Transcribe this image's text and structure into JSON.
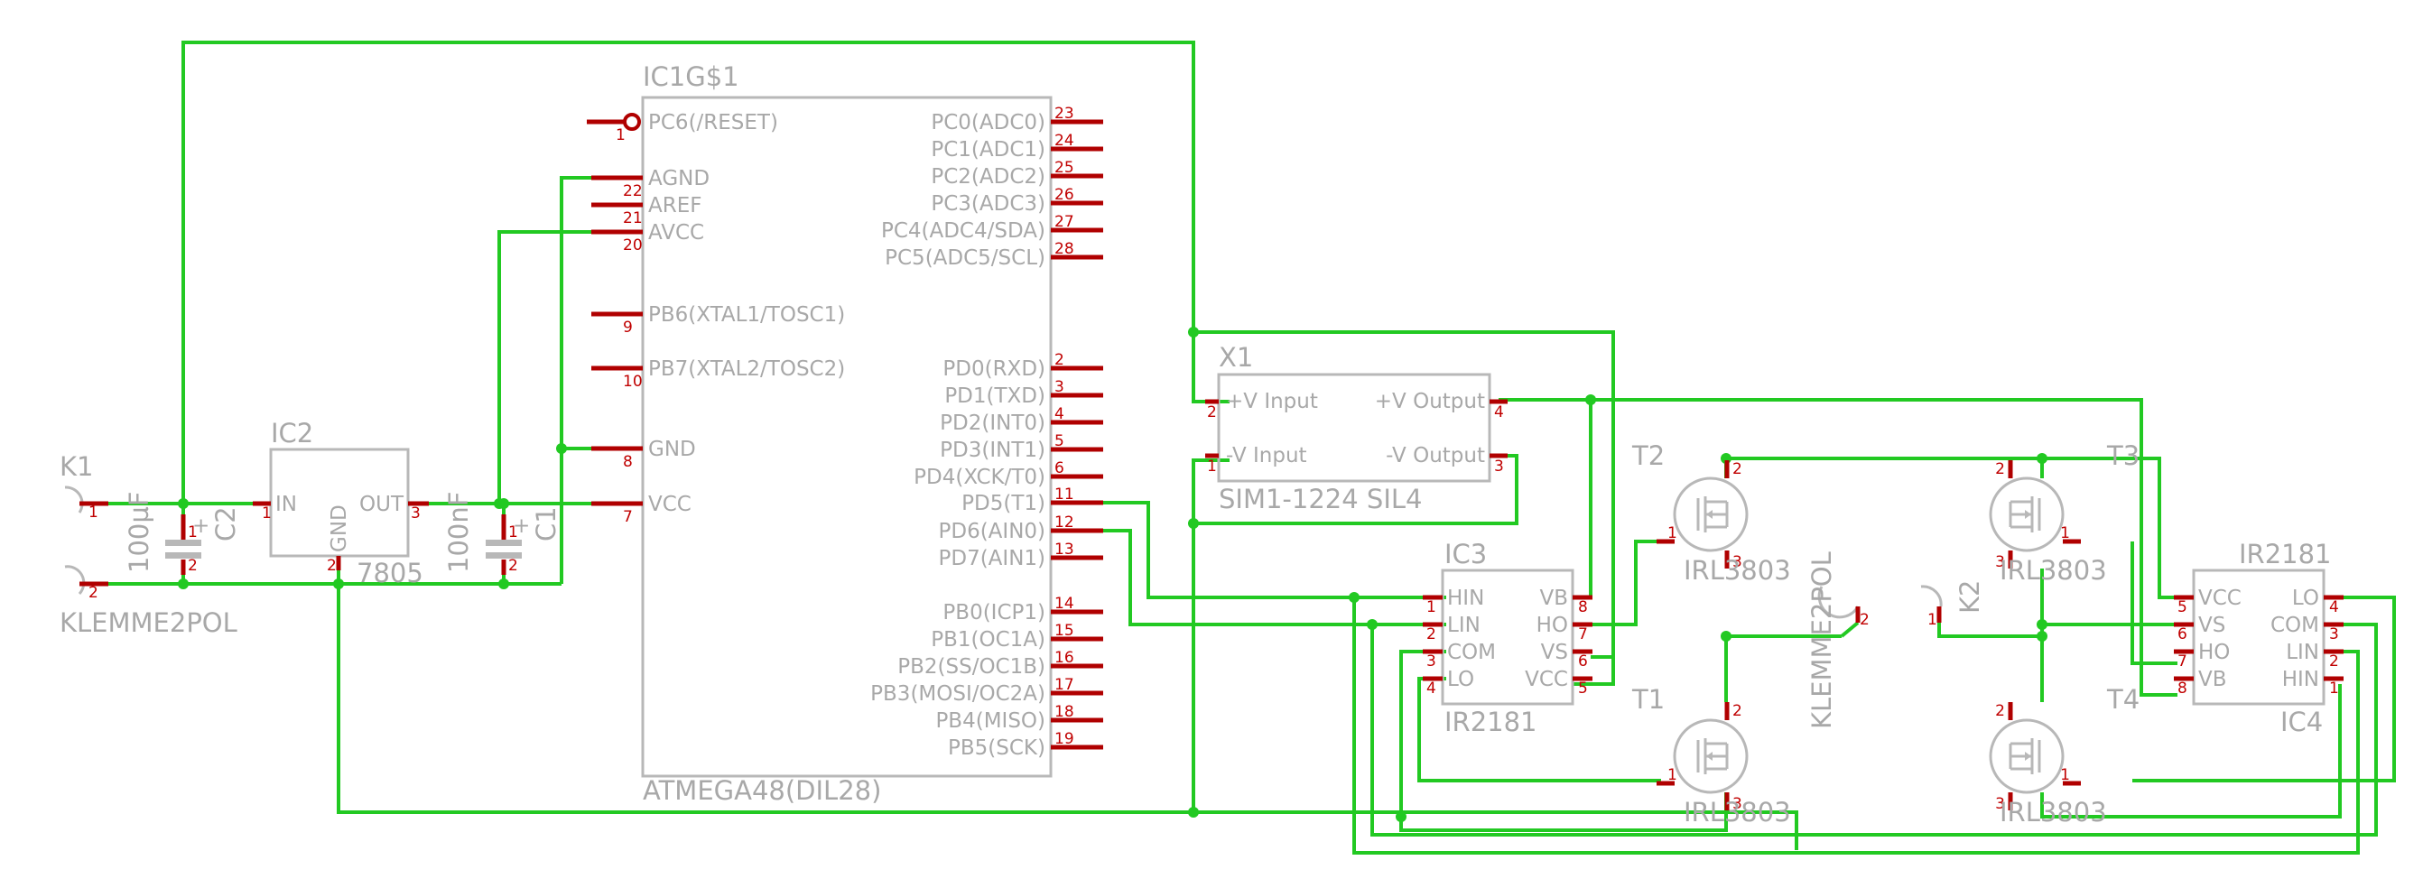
{
  "components": {
    "ic1": {
      "name": "IC1G$1",
      "value": "ATMEGA48(DIL28)",
      "left_pins": [
        {
          "label": "PC6(/RESET)",
          "num": "1"
        },
        {
          "label": "AGND",
          "num": "22"
        },
        {
          "label": "AREF",
          "num": "21"
        },
        {
          "label": "AVCC",
          "num": "20"
        },
        {
          "label": "PB6(XTAL1/TOSC1)",
          "num": "9"
        },
        {
          "label": "PB7(XTAL2/TOSC2)",
          "num": "10"
        },
        {
          "label": "GND",
          "num": "8"
        },
        {
          "label": "VCC",
          "num": "7"
        }
      ],
      "right_pins": [
        {
          "label": "PC0(ADC0)",
          "num": "23"
        },
        {
          "label": "PC1(ADC1)",
          "num": "24"
        },
        {
          "label": "PC2(ADC2)",
          "num": "25"
        },
        {
          "label": "PC3(ADC3)",
          "num": "26"
        },
        {
          "label": "PC4(ADC4/SDA)",
          "num": "27"
        },
        {
          "label": "PC5(ADC5/SCL)",
          "num": "28"
        },
        {
          "label": "PD0(RXD)",
          "num": "2"
        },
        {
          "label": "PD1(TXD)",
          "num": "3"
        },
        {
          "label": "PD2(INT0)",
          "num": "4"
        },
        {
          "label": "PD3(INT1)",
          "num": "5"
        },
        {
          "label": "PD4(XCK/T0)",
          "num": "6"
        },
        {
          "label": "PD5(T1)",
          "num": "11"
        },
        {
          "label": "PD6(AIN0)",
          "num": "12"
        },
        {
          "label": "PD7(AIN1)",
          "num": "13"
        },
        {
          "label": "PB0(ICP1)",
          "num": "14"
        },
        {
          "label": "PB1(OC1A)",
          "num": "15"
        },
        {
          "label": "PB2(SS/OC1B)",
          "num": "16"
        },
        {
          "label": "PB3(MOSI/OC2A)",
          "num": "17"
        },
        {
          "label": "PB4(MISO)",
          "num": "18"
        },
        {
          "label": "PB5(SCK)",
          "num": "19"
        }
      ]
    },
    "ic2": {
      "name": "IC2",
      "value": "7805",
      "in": "IN",
      "out": "OUT",
      "gnd": "GND",
      "pin_in": "1",
      "pin_out": "3",
      "pin_gnd": "2"
    },
    "k1": {
      "name": "K1",
      "value": "KLEMME2POL",
      "pin1": "1",
      "pin2": "2"
    },
    "k2": {
      "name": "K2",
      "value": "KLEMME2POL",
      "pin1": "1",
      "pin2": "2"
    },
    "c2": {
      "name": "C2",
      "value": "100µF",
      "plus": "+",
      "pin1": "1",
      "pin2": "2"
    },
    "c1": {
      "name": "C1",
      "value": "100nF",
      "plus": "+",
      "pin1": "1",
      "pin2": "2"
    },
    "x1": {
      "name": "X1",
      "value": "SIM1-1224 SIL4",
      "vin_p": "+V Input",
      "vin_n": "-V Input",
      "vout_p": "+V Output",
      "vout_n": "-V Output",
      "p2": "2",
      "p1": "1",
      "p4": "4",
      "p3": "3"
    },
    "ic3": {
      "name": "IC3",
      "value": "IR2181",
      "pins_left": [
        {
          "label": "HIN",
          "num": "1"
        },
        {
          "label": "LIN",
          "num": "2"
        },
        {
          "label": "COM",
          "num": "3"
        },
        {
          "label": "LO",
          "num": "4"
        }
      ],
      "pins_right": [
        {
          "label": "VB",
          "num": "8"
        },
        {
          "label": "HO",
          "num": "7"
        },
        {
          "label": "VS",
          "num": "6"
        },
        {
          "label": "VCC",
          "num": "5"
        }
      ]
    },
    "ic4": {
      "name": "IC4",
      "value": "IR2181",
      "pins_left": [
        {
          "label": "VCC",
          "num": "5"
        },
        {
          "label": "VS",
          "num": "6"
        },
        {
          "label": "HO",
          "num": "7"
        },
        {
          "label": "VB",
          "num": "8"
        }
      ],
      "pins_right": [
        {
          "label": "LO",
          "num": "4"
        },
        {
          "label": "COM",
          "num": "3"
        },
        {
          "label": "LIN",
          "num": "2"
        },
        {
          "label": "HIN",
          "num": "1"
        }
      ]
    },
    "t1": {
      "name": "T1",
      "value": "IRL3803",
      "g": "1",
      "d": "2",
      "s": "3"
    },
    "t2": {
      "name": "T2",
      "value": "IRL3803",
      "g": "1",
      "d": "2",
      "s": "3"
    },
    "t3": {
      "name": "T3",
      "value": "IRL3803",
      "g": "1",
      "d": "2",
      "s": "3"
    },
    "t4": {
      "name": "T4",
      "value": "IRL3803",
      "g": "1",
      "d": "2",
      "s": "3"
    }
  },
  "colors": {
    "wire": "#22c922",
    "pin": "#b00000",
    "body": "#b8b8b8",
    "label": "#a8a8a8"
  }
}
